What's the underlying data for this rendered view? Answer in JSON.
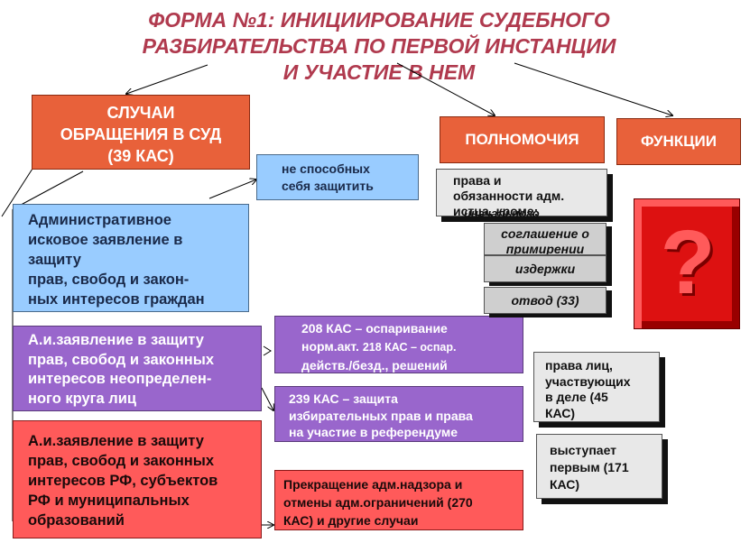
{
  "title": {
    "line1": "ФОРМА №1: ИНИЦИИРОВАНИЕ СУДЕБНОГО",
    "line2": "РАЗБИРАТЕЛЬСТВА ПО ПЕРВОЙ ИНСТАНЦИИ",
    "line3": "И УЧАСТИЕ В НЕМ"
  },
  "cases": {
    "l1": "СЛУЧАИ",
    "l2": "ОБРАЩЕНИЯ В СУД",
    "l3": "(39 КАС)"
  },
  "powers": {
    "label": "ПОЛНОМОЧИЯ"
  },
  "functions": {
    "label": "ФУНКЦИИ"
  },
  "unable": {
    "l1": "не способных",
    "l2": "себя защитить"
  },
  "admin_claim": {
    "l1": "Административное",
    "l2": "исковое заявление в",
    "l3": "защиту",
    "l4": "прав, свобод и закон-",
    "l5": "ных интересов граждан"
  },
  "indef_claim": {
    "l1": "А.и.заявление в защиту",
    "l2": "прав, свобод и законных",
    "l3": "интересов неопределен-",
    "l4": "ного круга лиц"
  },
  "rf_claim": {
    "l1": "А.и.заявление в защиту",
    "l2": "прав, свобод и законных",
    "l3": "интересов РФ, субъектов",
    "l4": "РФ и муниципальных",
    "l5": "образований"
  },
  "kas208": {
    "l1": "208 КАС – оспаривание",
    "l2a": "норм.акт. ",
    "l2b": "218 КАС – оспар.",
    "l3": "действ./безд., решений"
  },
  "kas239": {
    "l1": "239 КАС  – защита",
    "l2": "избирательных прав и права",
    "l3": "на участие в референдуме"
  },
  "termination": {
    "l1": "Прекращение адм.надзора и",
    "l2": "отмены адм.ограничений (270",
    "l3": "КАС) и другие случаи"
  },
  "rights": {
    "l1": "права и",
    "l2": "обязанности адм.",
    "l3": "истца, кроме:"
  },
  "rights_overlap": "иначального",
  "agreement": {
    "l1": "соглашение о",
    "l2": "примирении"
  },
  "costs": "издержки",
  "recusal": "отвод (33)",
  "participants": {
    "l1": "права лиц,",
    "l2": "участвующих",
    "l3": "в деле (45",
    "l4": "КАС)"
  },
  "speaks": {
    "l1": "выступает",
    "l2": "первым (171",
    "l3": "КАС)"
  },
  "question": {
    "glyph": "?",
    "bg": "#dd1111"
  }
}
